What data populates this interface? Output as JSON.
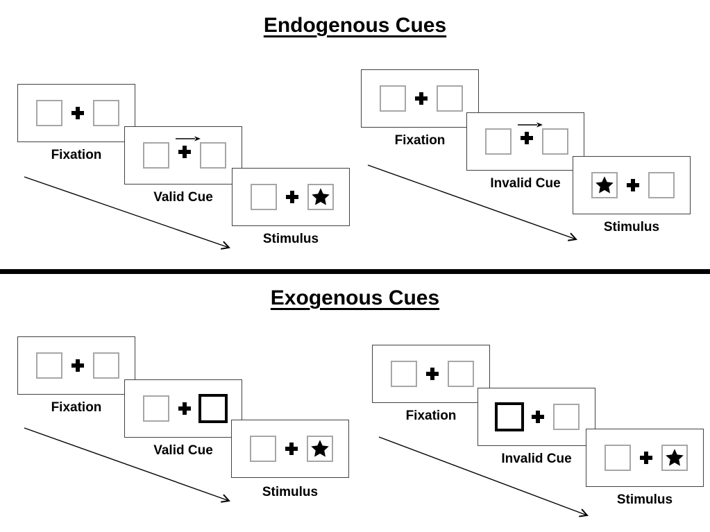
{
  "styles": {
    "panel_border_color": "#404040",
    "box_border_color": "#a6a6a6",
    "ink_color": "#000000",
    "background": "#ffffff"
  },
  "sections": [
    {
      "title": "Endogenous Cues",
      "groups": [
        {
          "condition": "valid",
          "panels": [
            {
              "label": "Fixation",
              "type": "fixation",
              "left_box": "empty",
              "right_box": "empty",
              "center_glyph": "fixation-cross"
            },
            {
              "label": "Valid Cue",
              "type": "cue",
              "cue_glyph": "right-arrow-above-cross",
              "left_box": "empty",
              "right_box": "empty"
            },
            {
              "label": "Stimulus",
              "type": "stimulus",
              "left_box": "empty",
              "right_box": "star"
            }
          ]
        },
        {
          "condition": "invalid",
          "panels": [
            {
              "label": "Fixation",
              "type": "fixation",
              "left_box": "empty",
              "right_box": "empty",
              "center_glyph": "fixation-cross"
            },
            {
              "label": "Invalid Cue",
              "type": "cue",
              "cue_glyph": "right-arrow-above-cross",
              "left_box": "empty",
              "right_box": "empty"
            },
            {
              "label": "Stimulus",
              "type": "stimulus",
              "left_box": "star",
              "right_box": "empty"
            }
          ]
        }
      ]
    },
    {
      "title": "Exogenous Cues",
      "groups": [
        {
          "condition": "valid",
          "panels": [
            {
              "label": "Fixation",
              "type": "fixation",
              "left_box": "empty",
              "right_box": "empty",
              "center_glyph": "fixation-cross"
            },
            {
              "label": "Valid Cue",
              "type": "cue",
              "cue_glyph": "bold-box-right",
              "left_box": "empty",
              "right_box": "empty-bold"
            },
            {
              "label": "Stimulus",
              "type": "stimulus",
              "left_box": "empty",
              "right_box": "star"
            }
          ]
        },
        {
          "condition": "invalid",
          "panels": [
            {
              "label": "Fixation",
              "type": "fixation",
              "left_box": "empty",
              "right_box": "empty",
              "center_glyph": "fixation-cross"
            },
            {
              "label": "Invalid Cue",
              "type": "cue",
              "cue_glyph": "bold-box-left",
              "left_box": "empty-bold",
              "right_box": "empty"
            },
            {
              "label": "Stimulus",
              "type": "stimulus",
              "left_box": "empty",
              "right_box": "star"
            }
          ]
        }
      ]
    }
  ]
}
